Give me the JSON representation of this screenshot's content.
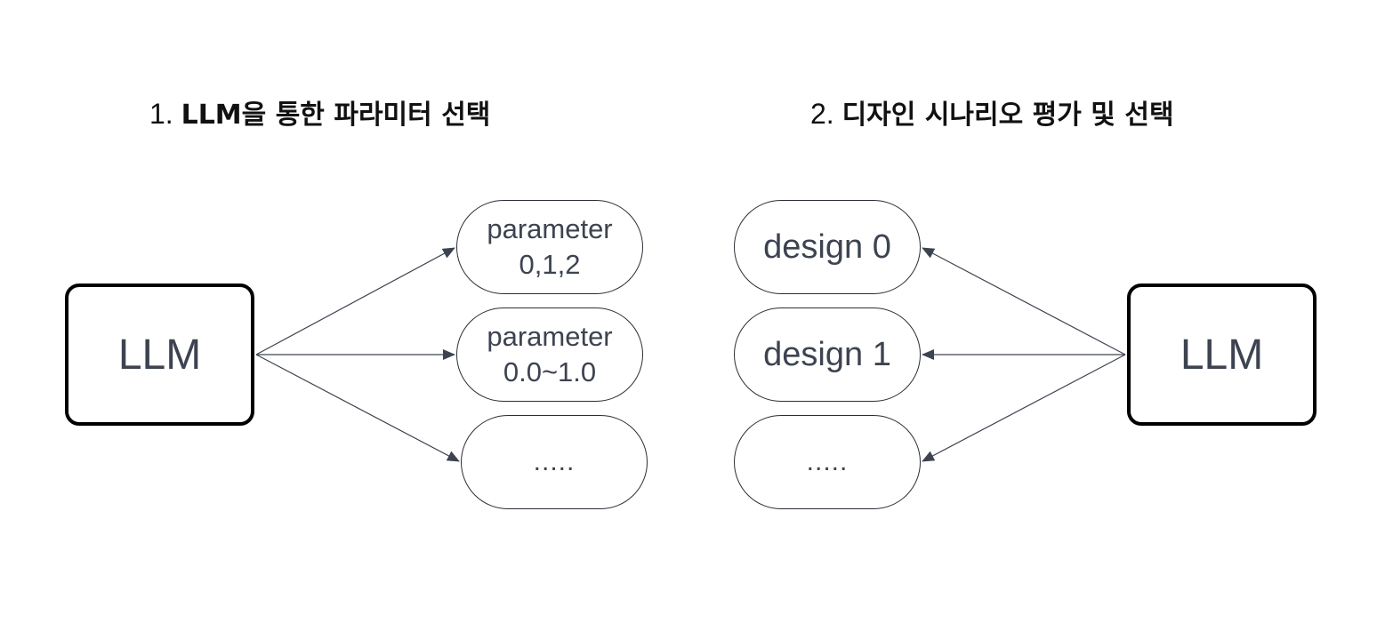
{
  "sections": [
    {
      "number": "1.",
      "title": "LLM을 통한 파라미터 선택"
    },
    {
      "number": "2.",
      "title": "디자인 시나리오 평가 및 선택"
    }
  ],
  "left": {
    "llm_label": "LLM",
    "parameters": [
      {
        "line1": "parameter",
        "line2": "0,1,2"
      },
      {
        "line1": "parameter",
        "line2": "0.0~1.0"
      },
      {
        "text": "....."
      }
    ]
  },
  "right": {
    "llm_label": "LLM",
    "designs": [
      {
        "text": "design 0"
      },
      {
        "text": "design 1"
      },
      {
        "text": "....."
      }
    ]
  },
  "colors": {
    "box_border": "#000000",
    "pill_border": "#2a2e36",
    "text": "#3d4350",
    "arrow": "#3d4350",
    "title": "#111111"
  }
}
